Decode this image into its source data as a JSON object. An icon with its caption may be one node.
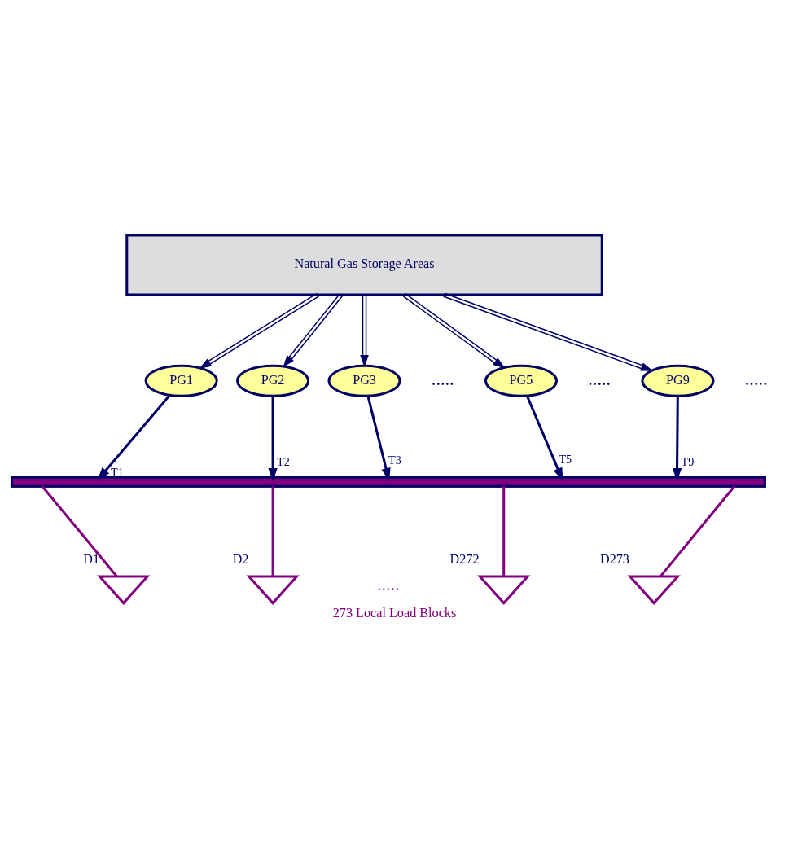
{
  "diagram": {
    "caption": "273 Local Load Blocks",
    "nodes": [
      {
        "text": [
          "Natural Gas Storage Areas"
        ]
      },
      {
        "text": [
          "PG1"
        ]
      },
      {
        "text": [
          "PG2"
        ]
      },
      {
        "text": [
          "PG3"
        ]
      },
      {
        "text": [
          "PG5"
        ]
      },
      {
        "text": [
          "PG9"
        ]
      },
      {
        "text": [],
        "shape": "bar"
      },
      {
        "text": [],
        "shape": "triangle",
        "beside": [
          "D1"
        ]
      },
      {
        "text": [],
        "shape": "triangle",
        "beside": [
          "D2"
        ]
      },
      {
        "text": [],
        "shape": "triangle",
        "beside": [
          "D272"
        ]
      },
      {
        "text": [],
        "shape": "triangle",
        "beside": [
          "D273"
        ]
      }
    ],
    "edges": [
      {
        "from": 0,
        "to": 1,
        "arrow": "to"
      },
      {
        "from": 0,
        "to": 2,
        "arrow": "to"
      },
      {
        "from": 0,
        "to": 3,
        "arrow": "to"
      },
      {
        "from": 0,
        "to": 4,
        "arrow": "to"
      },
      {
        "from": 0,
        "to": 5,
        "arrow": "to"
      },
      {
        "from": 1,
        "to": 6,
        "arrow": "to",
        "label": "T1"
      },
      {
        "from": 2,
        "to": 6,
        "arrow": "to",
        "label": "T2"
      },
      {
        "from": 3,
        "to": 6,
        "arrow": "to",
        "label": "T3"
      },
      {
        "from": 4,
        "to": 6,
        "arrow": "to",
        "label": "T5"
      },
      {
        "from": 5,
        "to": 6,
        "arrow": "to",
        "label": "T9"
      },
      {
        "from": 6,
        "to": 7,
        "arrow": "none",
        "color": "#800080"
      },
      {
        "from": 6,
        "to": 8,
        "arrow": "none",
        "color": "#800080"
      },
      {
        "from": 6,
        "to": 9,
        "arrow": "none",
        "color": "#800080"
      },
      {
        "from": 6,
        "to": 10,
        "arrow": "none",
        "color": "#800080"
      }
    ],
    "labels": [
      ".....",
      ".....",
      ".....",
      "....."
    ]
  }
}
